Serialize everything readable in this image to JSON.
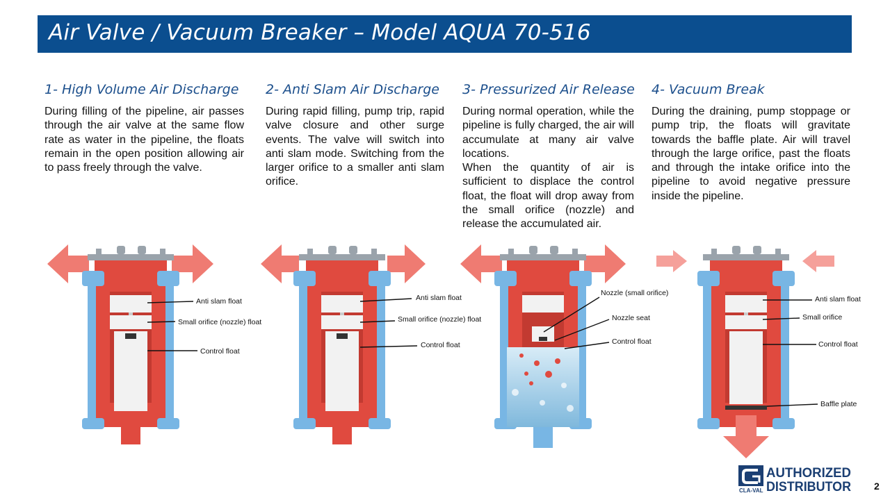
{
  "title": "Air Valve / Vacuum Breaker – Model AQUA 70-516",
  "sections": [
    {
      "heading": "1- High Volume Air Discharge",
      "paragraphs": [
        "During filling of the pipeline, air passes through the air valve at the same flow rate as water in the pipeline, the floats remain in the open position allowing air to pass freely through the valve."
      ]
    },
    {
      "heading": "2- Anti Slam Air Discharge",
      "paragraphs": [
        "During rapid filling, pump trip, rapid valve closure and other surge events. The valve will switch into anti slam mode. Switching from the larger orifice to a smaller anti slam orifice."
      ]
    },
    {
      "heading": "3- Pressurized Air Release",
      "paragraphs": [
        "During normal operation, while the pipeline is fully charged, the air will accumulate at many air valve locations.",
        "When the quantity of air is sufficient to displace the control float, the float will drop away from the small orifice (nozzle) and release the accumulated air."
      ]
    },
    {
      "heading": "4- Vacuum Break",
      "paragraphs": [
        "During the draining, pump stoppage or pump trip, the floats will gravitate towards the baffle plate. Air will travel through the large orifice, past the floats and through the intake orifice into the pipeline to avoid negative pressure inside the pipeline."
      ]
    }
  ],
  "diagrams": [
    {
      "labels": [
        "Anti slam float",
        "Small orifice (nozzle) float",
        "Control float"
      ]
    },
    {
      "labels": [
        "Anti slam float",
        "Small orifice (nozzle) float",
        "Control float"
      ]
    },
    {
      "labels": [
        "Nozzle (small orifice)",
        "Nozzle seat",
        "Control float"
      ]
    },
    {
      "labels": [
        "Anti slam float",
        "Small orifice",
        "Control float",
        "Baffle plate"
      ]
    }
  ],
  "logo": {
    "line1": "AUTHORIZED",
    "line2": "DISTRIBUTOR",
    "brand": "CLA-VAL"
  },
  "page_number": "2",
  "colors": {
    "banner": "#0b4e8f",
    "heading": "#1c4f8c",
    "valve_body": "#e04a3f",
    "valve_blue": "#78b6e4",
    "arrow": "#ef7b72"
  }
}
